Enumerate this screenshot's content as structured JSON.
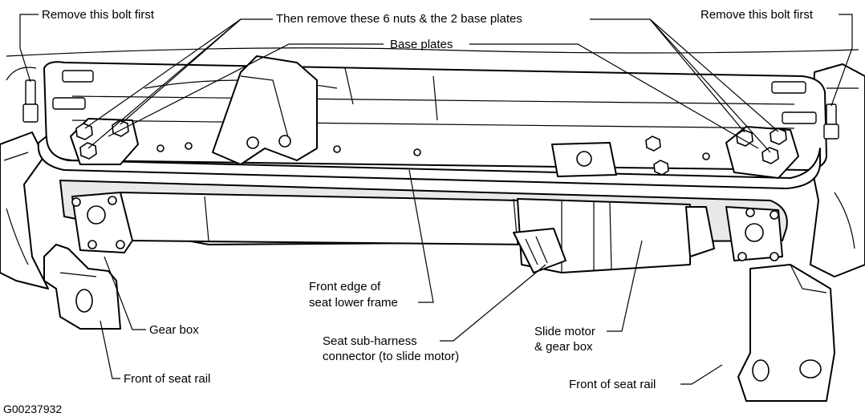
{
  "labels": {
    "remove_bolt_left": "Remove this bolt first",
    "remove_nuts": "Then remove these 6 nuts & the 2 base plates",
    "remove_bolt_right": "Remove this bolt first",
    "base_plates": "Base plates",
    "front_edge_line1": "Front edge of",
    "front_edge_line2": "seat lower frame",
    "gear_box": "Gear box",
    "front_seat_rail_left": "Front of seat rail",
    "sub_harness_line1": "Seat sub-harness",
    "sub_harness_line2": "connector (to slide motor)",
    "slide_motor_line1": "Slide motor",
    "slide_motor_line2": "& gear box",
    "front_seat_rail_right": "Front of seat rail",
    "figure_code": "G00237932"
  }
}
